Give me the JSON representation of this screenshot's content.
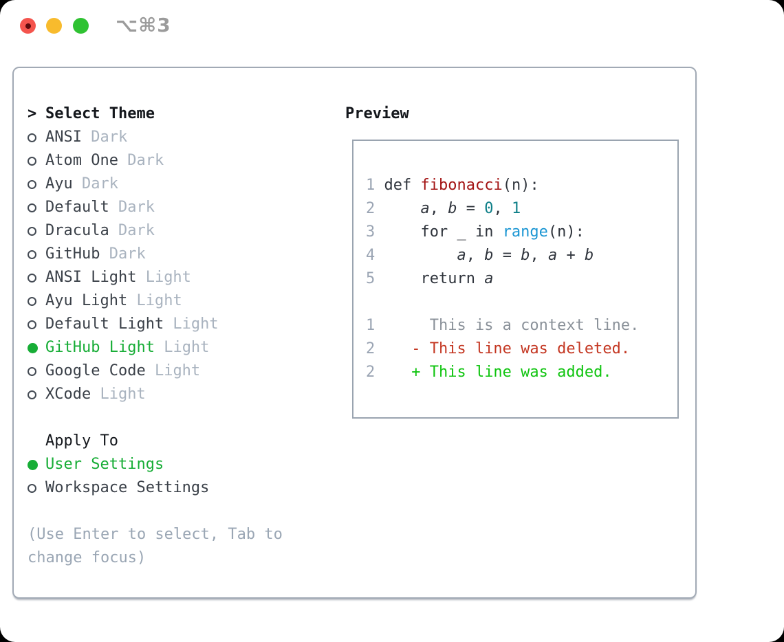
{
  "window": {
    "title": "⌥⌘3",
    "traffic_lights": [
      "close-light",
      "minimize-light",
      "zoom-light"
    ]
  },
  "colors": {
    "selected_green": "#17ad36",
    "added_green": "#0fc40f",
    "deleted_red": "#c43722",
    "function_red": "#a31414",
    "number_teal": "#0e7f88",
    "builtin_blue": "#1b96d3",
    "muted_gray": "#a9b3bf",
    "hint_gray": "#9aa6b4",
    "panel_border": "#a2aab5"
  },
  "theme_picker": {
    "header": {
      "cursor": ">",
      "label": "Select Theme"
    },
    "items": [
      {
        "name": "ANSI",
        "tag": "Dark",
        "selected": false
      },
      {
        "name": "Atom One",
        "tag": "Dark",
        "selected": false
      },
      {
        "name": "Ayu",
        "tag": "Dark",
        "selected": false
      },
      {
        "name": "Default",
        "tag": "Dark",
        "selected": false
      },
      {
        "name": "Dracula",
        "tag": "Dark",
        "selected": false
      },
      {
        "name": "GitHub",
        "tag": "Dark",
        "selected": false
      },
      {
        "name": "ANSI Light",
        "tag": "Light",
        "selected": false
      },
      {
        "name": "Ayu Light",
        "tag": "Light",
        "selected": false
      },
      {
        "name": "Default Light",
        "tag": "Light",
        "selected": false
      },
      {
        "name": "GitHub Light",
        "tag": "Light",
        "selected": true
      },
      {
        "name": "Google Code",
        "tag": "Light",
        "selected": false
      },
      {
        "name": "XCode",
        "tag": "Light",
        "selected": false
      }
    ],
    "apply_to": {
      "label": "Apply To",
      "options": [
        {
          "name": "User Settings",
          "selected": true
        },
        {
          "name": "Workspace Settings",
          "selected": false
        }
      ]
    },
    "hint": "(Use Enter to select, Tab to change focus)"
  },
  "preview": {
    "label": "Preview",
    "lines": [
      {
        "num": "1",
        "segs": [
          [
            " def ",
            "code"
          ],
          [
            "fibonacci",
            "fn"
          ],
          [
            "(n):",
            "code"
          ]
        ]
      },
      {
        "num": "2",
        "segs": [
          [
            "     ",
            "code"
          ],
          [
            "a",
            "var"
          ],
          [
            ", ",
            "code"
          ],
          [
            "b",
            "var"
          ],
          [
            " = ",
            "code"
          ],
          [
            "0",
            "lit"
          ],
          [
            ", ",
            "code"
          ],
          [
            "1",
            "lit"
          ]
        ]
      },
      {
        "num": "3",
        "segs": [
          [
            "     for _ in ",
            "code"
          ],
          [
            "range",
            "blue"
          ],
          [
            "(n):",
            "code"
          ]
        ]
      },
      {
        "num": "4",
        "segs": [
          [
            "         ",
            "code"
          ],
          [
            "a",
            "var"
          ],
          [
            ", ",
            "code"
          ],
          [
            "b",
            "var"
          ],
          [
            " = ",
            "code"
          ],
          [
            "b",
            "var"
          ],
          [
            ", ",
            "code"
          ],
          [
            "a",
            "var"
          ],
          [
            " + ",
            "code"
          ],
          [
            "b",
            "var"
          ]
        ]
      },
      {
        "num": "5",
        "segs": [
          [
            "     return ",
            "code"
          ],
          [
            "a",
            "var"
          ]
        ]
      },
      {
        "num": "",
        "segs": []
      },
      {
        "num": "1",
        "segs": [
          [
            "      This is a context line.",
            "ctx"
          ]
        ]
      },
      {
        "num": "2",
        "segs": [
          [
            "    - This line was deleted.",
            "del"
          ]
        ]
      },
      {
        "num": "2",
        "segs": [
          [
            "    + This line was added.",
            "add"
          ]
        ]
      }
    ]
  }
}
